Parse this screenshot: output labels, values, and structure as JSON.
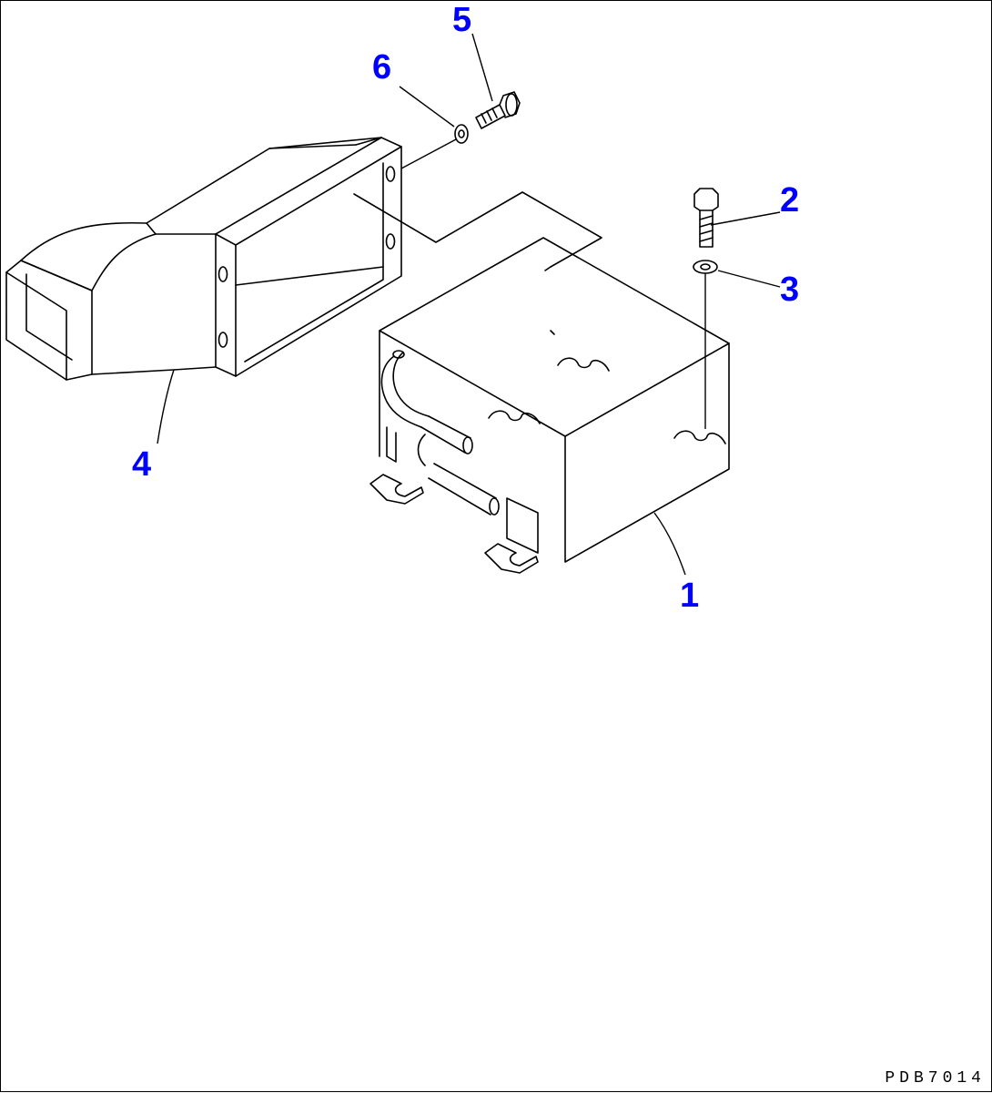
{
  "callouts": [
    {
      "id": "1",
      "label": "1"
    },
    {
      "id": "2",
      "label": "2"
    },
    {
      "id": "3",
      "label": "3"
    },
    {
      "id": "4",
      "label": "4"
    },
    {
      "id": "5",
      "label": "5"
    },
    {
      "id": "6",
      "label": "6"
    }
  ],
  "drawing_code": "PDB7014",
  "colors": {
    "callout": "#0000ff",
    "line": "#000000"
  }
}
